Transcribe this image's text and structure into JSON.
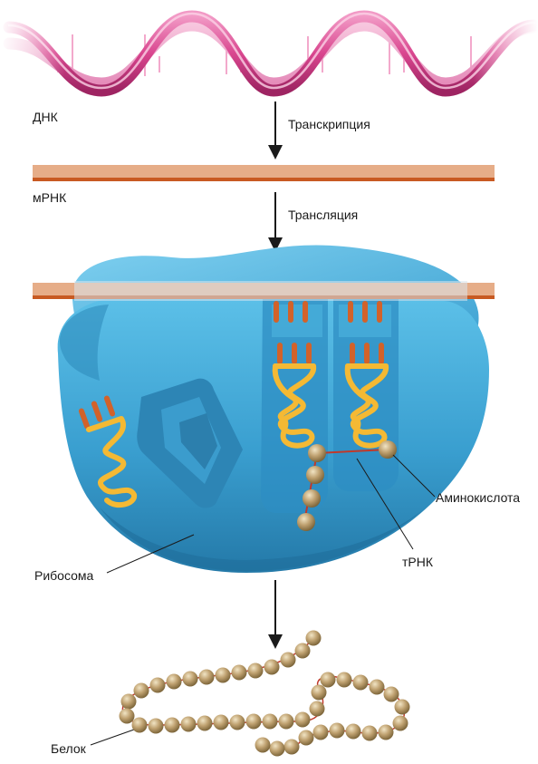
{
  "labels": {
    "dna": "ДНК",
    "transcription": "Транскрипция",
    "mrna": "мРНК",
    "translation": "Трансляция",
    "amino_acid": "Аминокислота",
    "trna": "тРНК",
    "ribosome": "Рибосома",
    "protein": "Белок"
  },
  "colors": {
    "dna_strand": "#d9468f",
    "mrna_fill": "#e2aa85",
    "mrna_edge": "#c85a22",
    "ribosome": "#3aa3d2",
    "trna_loop": "#f4b934",
    "amino_acid": "#b99b66",
    "arrow": "#1a1a1a"
  }
}
